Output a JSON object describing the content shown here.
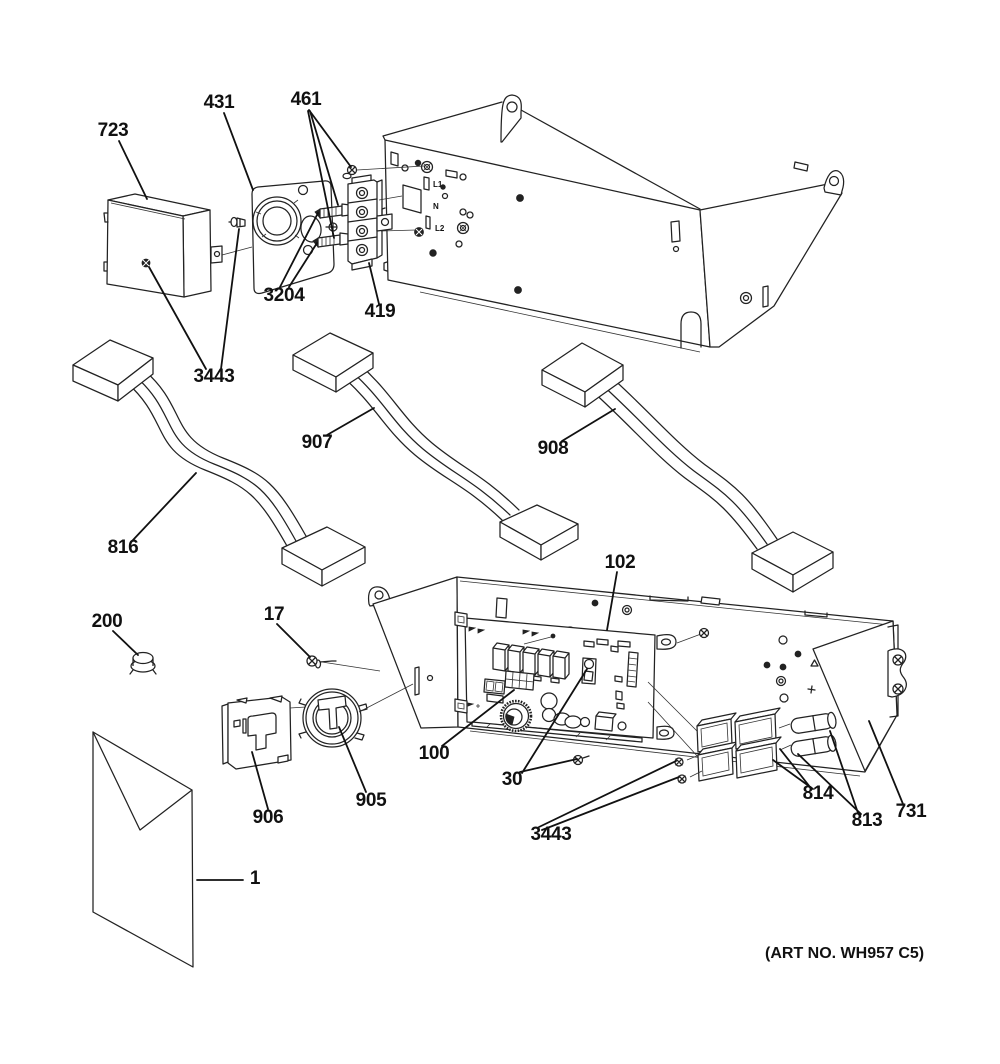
{
  "diagram": {
    "art_no": "(ART NO. WH957 C5)",
    "top_panel_markings": {
      "l1": "L1",
      "n": "N",
      "l2": "L2"
    },
    "labels": [
      {
        "id": "723",
        "text": "723"
      },
      {
        "id": "431",
        "text": "431"
      },
      {
        "id": "461",
        "text": "461"
      },
      {
        "id": "3204",
        "text": "3204"
      },
      {
        "id": "419",
        "text": "419"
      },
      {
        "id": "3443-top",
        "text": "3443"
      },
      {
        "id": "816",
        "text": "816"
      },
      {
        "id": "907",
        "text": "907"
      },
      {
        "id": "908",
        "text": "908"
      },
      {
        "id": "102",
        "text": "102"
      },
      {
        "id": "200",
        "text": "200"
      },
      {
        "id": "17",
        "text": "17"
      },
      {
        "id": "100",
        "text": "100"
      },
      {
        "id": "30",
        "text": "30"
      },
      {
        "id": "906",
        "text": "906"
      },
      {
        "id": "905",
        "text": "905"
      },
      {
        "id": "3443-bottom",
        "text": "3443"
      },
      {
        "id": "814",
        "text": "814"
      },
      {
        "id": "813",
        "text": "813"
      },
      {
        "id": "731",
        "text": "731"
      },
      {
        "id": "1",
        "text": "1"
      }
    ]
  }
}
